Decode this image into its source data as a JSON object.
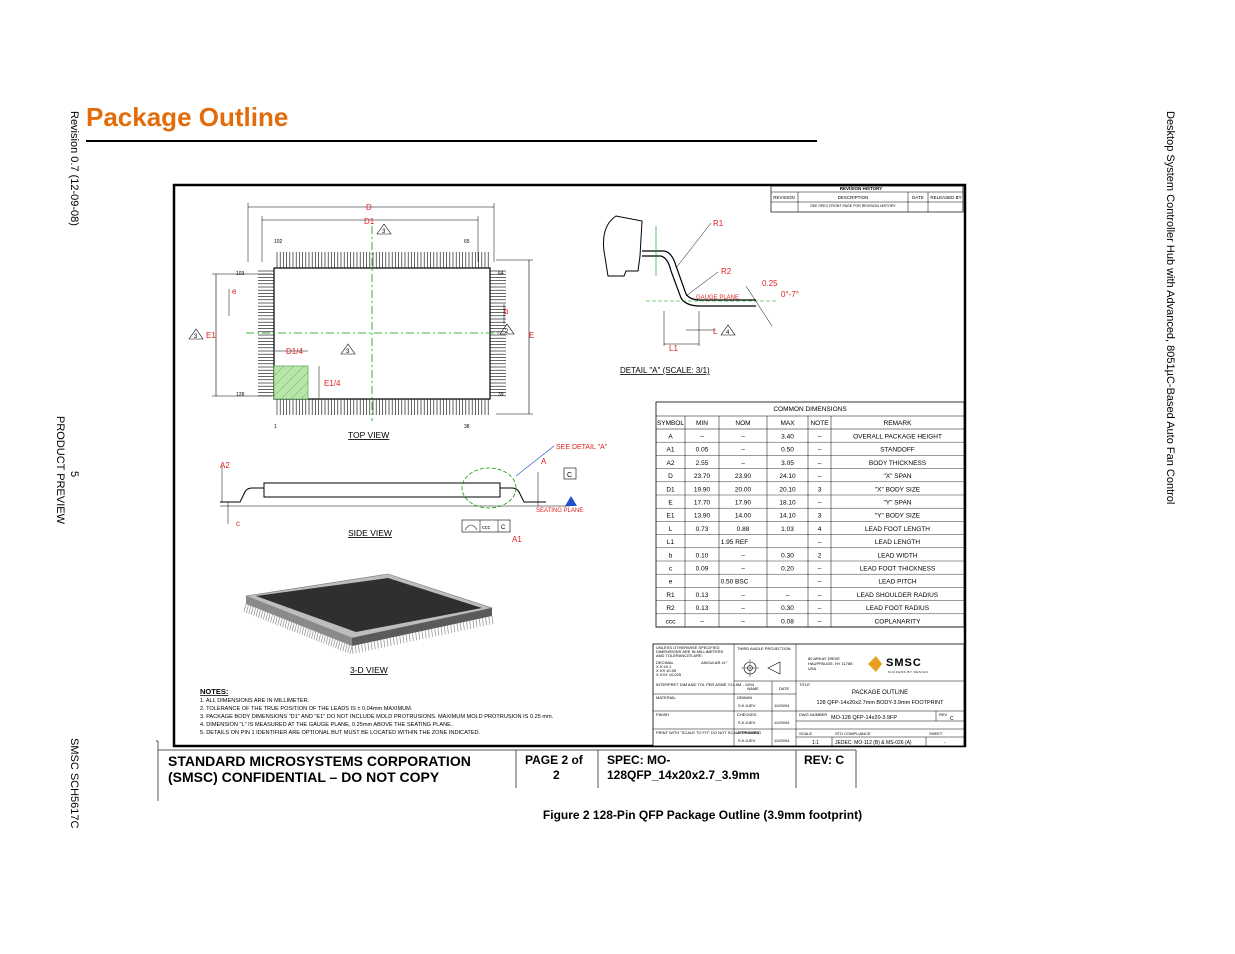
{
  "side_left": {
    "revision": "Revision 0.7 (12-09-08)",
    "page_number": "5",
    "status": "PRODUCT PREVIEW",
    "doc_id": "SMSC SCH5617C"
  },
  "side_right": {
    "product": "Desktop System Controller Hub with Advanced, 8051µC-Based Auto Fan Control"
  },
  "section_title": "Package Outline",
  "caption": "Figure 2  128-Pin QFP Package Outline (3.9mm footprint)",
  "drawing": {
    "revision_history": {
      "title": "REVISION HISTORY",
      "cols": [
        "REVISION",
        "DESCRIPTION",
        "DATE",
        "RELEASED BY"
      ],
      "note": "SEE SPEC FRONT PAGE FOR REVISION HISTORY"
    },
    "top_view": {
      "label": "TOP VIEW",
      "dims": {
        "D": "D",
        "D1": "D1",
        "E": "E",
        "E1": "E1",
        "e": "e",
        "b": "b",
        "D14": "D1/4",
        "E14": "E1/4"
      },
      "note_3": "3",
      "note_2": "2",
      "pins": {
        "p102": "102",
        "p65": "65",
        "p103": "103",
        "p64": "64",
        "p128": "128",
        "p39": "39",
        "p1": "1",
        "p38": "38"
      }
    },
    "detail_a": {
      "label": "DETAIL \"A\" (SCALE: 3/1)",
      "r1": "R1",
      "r2": "R2",
      "gauge": "GAUGE PLANE",
      "v025": "0.25",
      "angle": "0°-7°",
      "L": "L",
      "L1": "L1",
      "note_4": "4"
    },
    "side_view": {
      "label": "SIDE VIEW",
      "see_detail": "SEE DETAIL \"A\"",
      "A": "A",
      "A1": "A1",
      "A2": "A2",
      "c": "c",
      "C": "C",
      "ccc": "ccc",
      "seating": "SEATING PLANE"
    },
    "view_3d": {
      "label": "3-D VIEW"
    },
    "dimensions": {
      "title": "COMMON DIMENSIONS",
      "headers": [
        "SYMBOL",
        "MIN",
        "NOM",
        "MAX",
        "NOTE",
        "REMARK"
      ],
      "rows": [
        [
          "A",
          "–",
          "–",
          "3.40",
          "–",
          "OVERALL PACKAGE HEIGHT"
        ],
        [
          "A1",
          "0.05",
          "–",
          "0.50",
          "–",
          "STANDOFF"
        ],
        [
          "A2",
          "2.55",
          "–",
          "3.05",
          "–",
          "BODY THICKNESS"
        ],
        [
          "D",
          "23.70",
          "23.90",
          "24.10",
          "–",
          "\"X\" SPAN"
        ],
        [
          "D1",
          "19.90",
          "20.00",
          "20.10",
          "3",
          "\"X\" BODY SIZE"
        ],
        [
          "E",
          "17.70",
          "17.90",
          "18.10",
          "–",
          "\"Y\" SPAN"
        ],
        [
          "E1",
          "13.90",
          "14.00",
          "14.10",
          "3",
          "\"Y\" BODY SIZE"
        ],
        [
          "L",
          "0.73",
          "0.88",
          "1.03",
          "4",
          "LEAD FOOT LENGTH"
        ],
        [
          "L1",
          "1.95 REF",
          "",
          "",
          "–",
          "LEAD LENGTH"
        ],
        [
          "b",
          "0.10",
          "–",
          "0.30",
          "2",
          "LEAD WIDTH"
        ],
        [
          "c",
          "0.09",
          "–",
          "0.20",
          "–",
          "LEAD FOOT THICKNESS"
        ],
        [
          "e",
          "0.50 BSC",
          "",
          "",
          "–",
          "LEAD PITCH"
        ],
        [
          "R1",
          "0.13",
          "–",
          "–",
          "–",
          "LEAD SHOULDER RADIUS"
        ],
        [
          "R2",
          "0.13",
          "–",
          "0.30",
          "–",
          "LEAD FOOT RADIUS"
        ],
        [
          "ccc",
          "–",
          "–",
          "0.08",
          "–",
          "COPLANARITY"
        ]
      ]
    },
    "notes": {
      "title": "NOTES:",
      "items": [
        "1. ALL DIMENSIONS ARE IN MILLIMETER.",
        "2. TOLERANCE OF THE TRUE POSITION OF THE LEADS IS ± 0.04mm MAXIMUM.",
        "3. PACKAGE BODY DIMENSIONS \"D1\" AND \"E1\" DO NOT INCLUDE MOLD PROTRUSIONS. MAXIMUM MOLD PROTRUSION IS 0.25 mm.",
        "4. DIMENSION \"L\" IS MEASURED AT THE GAUGE PLANE, 0.25mm ABOVE THE SEATING PLANE.",
        "5. DETAILS ON PIN 1 IDENTIFIER ARE OPTIONAL BUT MUST BE LOCATED WITHIN THE ZONE INDICATED."
      ]
    },
    "title_block": {
      "tol_lines": [
        "UNLESS OTHERWISE SPECIFIED",
        "DIMENSIONS ARE IN MILLIMETERS",
        "AND TOLERANCES ARE:",
        "DECIMAL",
        "X.X   ±0.1",
        "X.XX  ±0.05",
        "X.XXX ±0.025",
        "ANGULAR ±1°"
      ],
      "interp": "INTERPRET DIM AND TOL PER ASME Y14.5M - 1994",
      "material": "MATERIAL",
      "finish": "FINISH",
      "print_note": "PRINT WITH \"SCALE TO FIT\" DO NOT SCALE DRAWING",
      "projection": "THIRD ANGLE PROJECTION",
      "name_col": "NAME",
      "date_col": "DATE",
      "drawn": "DRAWN",
      "checked": "CHECKED",
      "approved": "APPROVED",
      "person": "S.K.ILIEV",
      "date": "11/09/04",
      "address": [
        "80 ARKAY DRIVE",
        "HAUPPAUGE, NY 11788",
        "USA"
      ],
      "brand": "SMSC",
      "tagline": "SUCCESS BY DESIGN",
      "title_label": "TITLE",
      "title_1": "PACKAGE OUTLINE",
      "title_2": "128 QFP-14x20x2.7mm BODY-3.9mm FOOTPRINT",
      "dwg_label": "DWG NUMBER",
      "dwg_value": "MO-128 QFP-14x20-3.9FP",
      "rev_label": "REV",
      "rev_value": "C",
      "scale_label": "SCALE",
      "scale_value": "1:1",
      "std_label": "STD COMPLIANCE",
      "std_value": "JEDEC: MO-112 (B) & MS-026 (A)",
      "sheet_label": "SHEET",
      "sheet_value": "-"
    },
    "footer": {
      "corp_1": "STANDARD MICROSYSTEMS CORPORATION",
      "corp_2": "(SMSC) CONFIDENTIAL – DO NOT COPY",
      "page_1": "PAGE 2 of",
      "page_2": "2",
      "spec_1": "SPEC: MO-",
      "spec_2": "128QFP_14x20x2.7_3.9mm",
      "rev": "REV: C"
    }
  }
}
